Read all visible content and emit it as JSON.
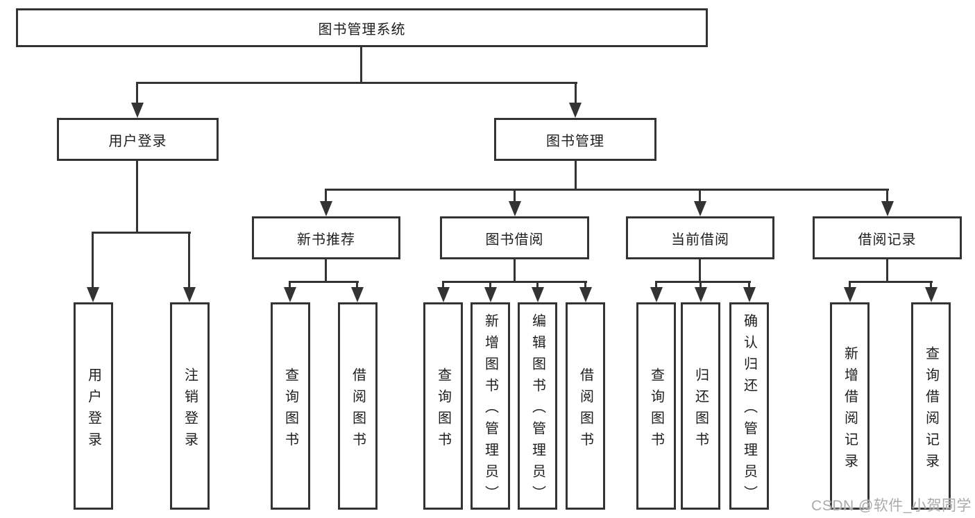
{
  "colors": {
    "line": "#333333",
    "box_border": "#333333",
    "text": "#1e1e1e",
    "watermark": "#aaaaaa",
    "background": "#ffffff"
  },
  "watermark": "CSDN @软件_小贺同学",
  "tree": {
    "root": {
      "label": "图书管理系统",
      "children": [
        {
          "label": "用户登录",
          "children": [
            {
              "label": "用户登录"
            },
            {
              "label": "注销登录"
            }
          ]
        },
        {
          "label": "图书管理",
          "children": [
            {
              "label": "新书推荐",
              "children": [
                {
                  "label": "查询图书"
                },
                {
                  "label": "借阅图书"
                }
              ]
            },
            {
              "label": "图书借阅",
              "children": [
                {
                  "label": "查询图书"
                },
                {
                  "label": "新增图书（管理员）"
                },
                {
                  "label": "编辑图书（管理员）"
                },
                {
                  "label": "借阅图书"
                }
              ]
            },
            {
              "label": "当前借阅",
              "children": [
                {
                  "label": "查询图书"
                },
                {
                  "label": "归还图书"
                },
                {
                  "label": "确认归还（管理员）"
                }
              ]
            },
            {
              "label": "借阅记录",
              "children": [
                {
                  "label": "新增借阅记录"
                },
                {
                  "label": "查询借阅记录"
                }
              ]
            }
          ]
        }
      ]
    }
  }
}
